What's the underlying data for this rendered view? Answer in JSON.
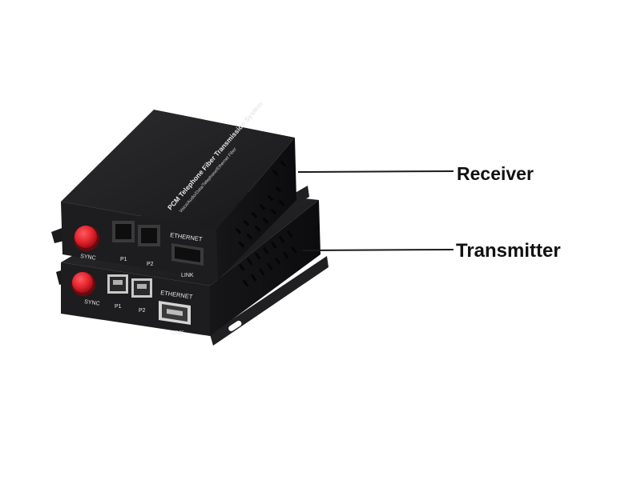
{
  "labels": {
    "receiver": "Receiver",
    "transmitter": "Transmitter"
  },
  "device": {
    "top_text_line1": "PCM Telephone Fiber Transmission System",
    "top_text_line2": "Voice/Audio/Data/Telephone/Ethernet Fiber",
    "sync_label": "SYNC",
    "port_p1": "P1",
    "port_p2": "P2",
    "ethernet_label": "ETHERNET",
    "link_label": "LINK"
  },
  "colors": {
    "chassis": "#1c1c1e",
    "chassis_top": "#232325",
    "chassis_side": "#121214",
    "connector_red": "#e0202a",
    "port_gray": "#9a9a9a",
    "text_white": "#e8e8e8",
    "line": "#1a1a1a"
  }
}
